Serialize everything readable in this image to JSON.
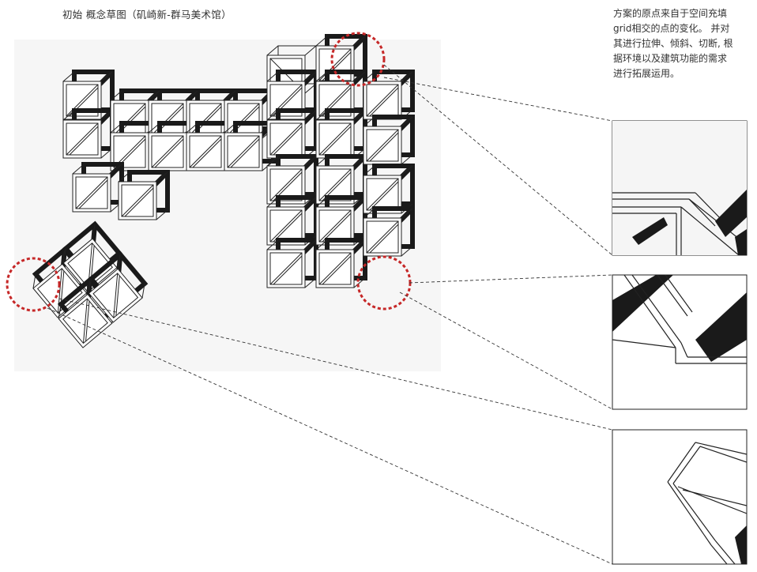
{
  "title": "初始 概念草图（矶崎新-群马美术馆）",
  "description_lines": [
    "方案的原点来自于空间充填",
    "grid相交的点的变化。 并对",
    "其进行拉伸、倾斜、切断, 根",
    "据环境以及建筑功能的需求",
    "进行拓展运用。"
  ],
  "colors": {
    "highlight_circle": "#c62828",
    "ink": "#1a1a1a",
    "frame": "#222222"
  },
  "callouts": [
    {
      "name": "top-connection",
      "panel": "detail-1"
    },
    {
      "name": "lower-right-connection",
      "panel": "detail-2"
    },
    {
      "name": "left-tilted-corner",
      "panel": "detail-3"
    }
  ]
}
